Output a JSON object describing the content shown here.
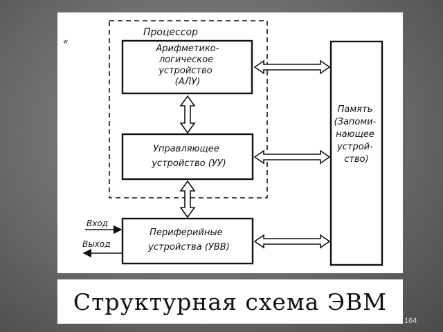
{
  "diagram": {
    "processor_label": "Процессор",
    "alu": [
      "Арифметико-",
      "логическое",
      "устройство",
      "(АЛУ)"
    ],
    "control_unit": [
      "Управляющее",
      "устройство (УУ)"
    ],
    "peripherals": [
      "Периферийные",
      "устройства (УВВ)"
    ],
    "memory": [
      "Память",
      "(Запоми-",
      "нающее",
      "устрой-",
      "ство)"
    ],
    "input_label": "Вход",
    "output_label": "Выход"
  },
  "caption": "Структурная схема ЭВМ",
  "slide_number": "164"
}
